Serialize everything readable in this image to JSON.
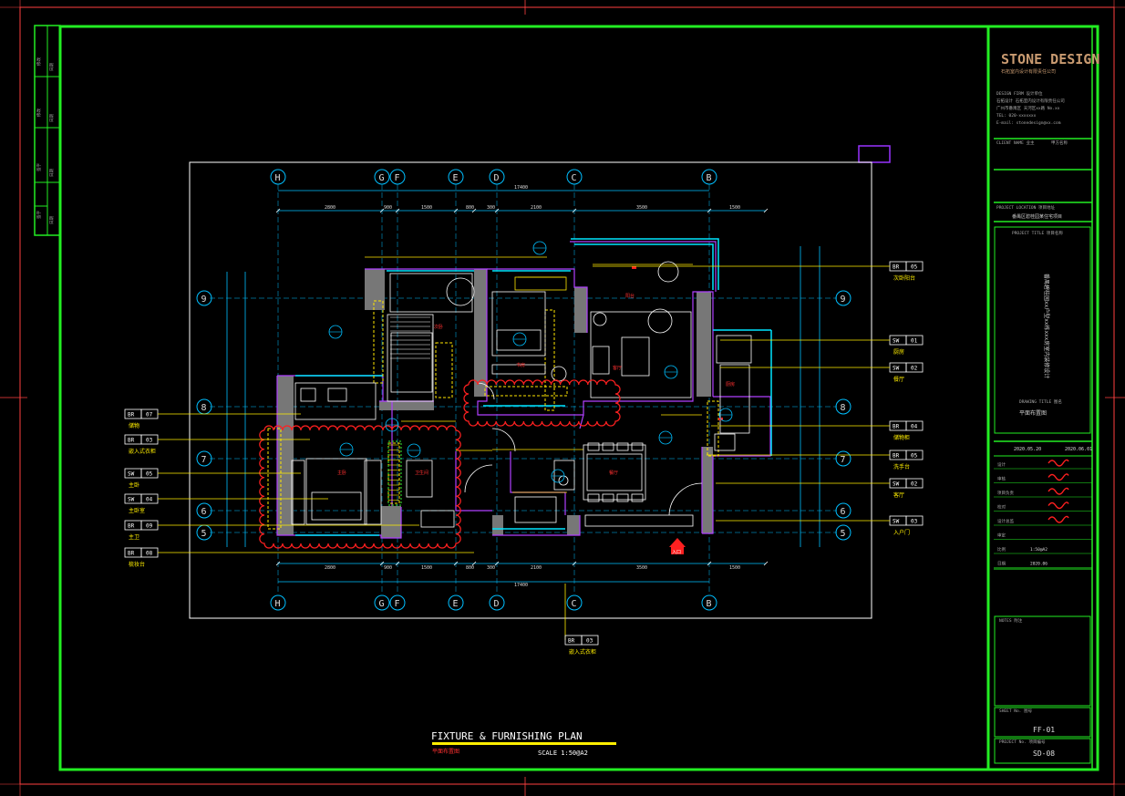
{
  "title_block": {
    "brand": "STONE DESIGN",
    "brand_sub": "石拓室内设计有限责任公司",
    "address_lines": [
      "DESIGN FIRM 设计单位",
      "石拓设计 石拓室内设计有限责任公司",
      "广州市番禺区 天河区xx路 No.xx",
      "TEL: 020-xxxxxxx",
      "E-mail: stonedesign@xx.com"
    ],
    "owner_label": "CLIENT NAME 业主",
    "owner_value": "甲方名称",
    "project_label": "PROJECT LOCATION 项目地址",
    "project_value": "番禺区碧桂园某住宅项目",
    "project_name_label": "PROJECT TITLE 项目名称",
    "project_vertical": "番禺碧桂园xx户型xx栋xxx房室内装修设计",
    "drawing_label": "DRAWING TITLE 图名",
    "drawing_value": "平面布置图",
    "date1": "2020.05.20",
    "date2": "2020.06.01",
    "rows": [
      "设计",
      "审核",
      "项目负责",
      "校对",
      "设计总监",
      "审定",
      "比例",
      "日期"
    ],
    "scale_value": "1:50@A2",
    "date_value": "2020.06",
    "notes_label": "NOTES 附注",
    "sheet_label": "SHEET No. 图号",
    "sheet_value": "FF-01",
    "project_no_label": "PROJECT No. 项目编号",
    "project_no_value": "SD-08"
  },
  "left_strip": [
    "修改",
    "日期",
    "修改",
    "日期",
    "签字",
    "日期",
    "签字",
    "日期"
  ],
  "plan": {
    "title": "FIXTURE & FURNISHING PLAN",
    "subtitle": "平面布置图",
    "scale": "SCALE  1:50@A2",
    "axes_top": [
      "H",
      "G",
      "F",
      "E",
      "D",
      "C",
      "B"
    ],
    "axes_side": [
      "9",
      "8",
      "7",
      "6",
      "5"
    ],
    "dims_top": [
      "2800",
      "900",
      "1500",
      "800",
      "300",
      "2100",
      "3500",
      "1500"
    ],
    "total_dim": "17400",
    "left_tags": [
      {
        "code": "BR",
        "num": "07",
        "label": "储物"
      },
      {
        "code": "BR",
        "num": "03",
        "label": "嵌入式衣柜"
      },
      {
        "code": "SW",
        "num": "05",
        "label": "主卧"
      },
      {
        "code": "SW",
        "num": "04",
        "label": "主卧室"
      },
      {
        "code": "BR",
        "num": "09",
        "label": "主卫"
      },
      {
        "code": "BR",
        "num": "08",
        "label": "梳妆台"
      }
    ],
    "right_tags": [
      {
        "code": "BR",
        "num": "05",
        "label": "次卧阳台"
      },
      {
        "code": "SW",
        "num": "01",
        "label": "厨房"
      },
      {
        "code": "SW",
        "num": "02",
        "label": "餐厅"
      },
      {
        "code": "BR",
        "num": "04",
        "label": "储物柜"
      },
      {
        "code": "BR",
        "num": "05",
        "label": "洗手台"
      },
      {
        "code": "SW",
        "num": "02",
        "label": "客厅"
      },
      {
        "code": "SW",
        "num": "03",
        "label": "入户门"
      }
    ],
    "bottom_tag": {
      "code": "BR",
      "num": "03",
      "label": "嵌入式衣柜"
    },
    "entry_label": "入口",
    "room_labels": [
      "次卧",
      "书房",
      "客厅",
      "主卧",
      "卫生间",
      "厨房",
      "餐厅",
      "阳台"
    ]
  }
}
